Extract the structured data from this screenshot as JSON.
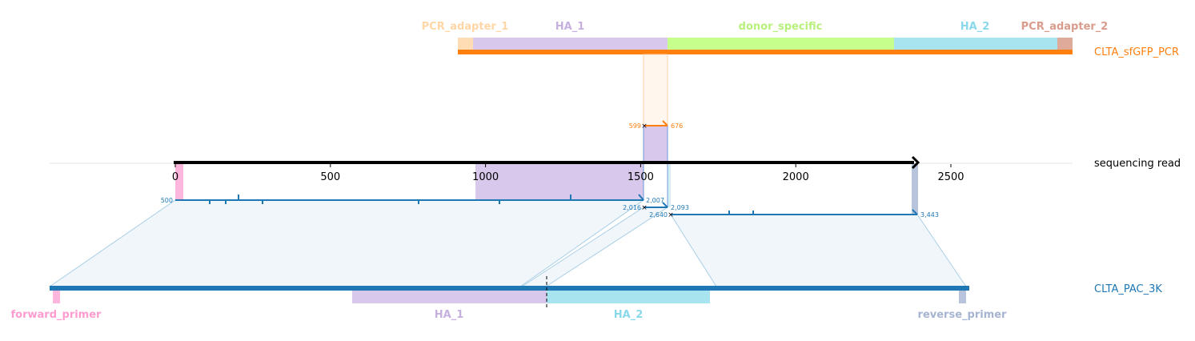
{
  "colors": {
    "pcr_track": "#ff7f0e",
    "pac_track": "#1f77b4",
    "read_axis": "#000000",
    "PCR_adapter_1": "#ffdcb4",
    "HA_1": "#d8c8ec",
    "donor_specific": "#c6ff8c",
    "HA_2": "#a8e4f0",
    "PCR_adapter_2": "#e0aa9a",
    "forward_primer": "#ffb6dc",
    "reverse_primer": "#b8c4dc",
    "HA_1_label": "#c5b0e0",
    "HA_2_label": "#8ad8ec",
    "PCR_adapter_1_label": "#ffd6a5",
    "donor_specific_label": "#b8f07c",
    "PCR_adapter_2_label": "#d99c8c",
    "forward_primer_label": "#ff9ccf",
    "reverse_primer_label": "#a6b4d2"
  },
  "tracks": {
    "pcr": {
      "name": "CLTA_sfGFP_PCR"
    },
    "read": {
      "name": "sequencing read"
    },
    "pac": {
      "name": "CLTA_PAC_3K"
    }
  },
  "pcr_features": [
    {
      "name": "PCR_adapter_1",
      "label": "PCR_adapter_1"
    },
    {
      "name": "HA_1",
      "label": "HA_1"
    },
    {
      "name": "donor_specific",
      "label": "donor_specific"
    },
    {
      "name": "HA_2",
      "label": "HA_2"
    },
    {
      "name": "PCR_adapter_2",
      "label": "PCR_adapter_2"
    }
  ],
  "pac_features": [
    {
      "name": "forward_primer",
      "label": "forward_primer"
    },
    {
      "name": "HA_1",
      "label": "HA_1"
    },
    {
      "name": "HA_2",
      "label": "HA_2"
    },
    {
      "name": "reverse_primer",
      "label": "reverse_primer"
    }
  ],
  "read_axis": {
    "ticks": [
      0,
      500,
      1000,
      1500,
      2000,
      2500
    ],
    "tick_labels": [
      "0",
      "500",
      "1000",
      "1500",
      "2000",
      "2500"
    ],
    "min": -400,
    "max": 2900,
    "read_length": 2400
  },
  "alignments": [
    {
      "target": "CLTA_PAC_3K",
      "query_start": 0,
      "query_end": 1515,
      "target_start_label": "500",
      "target_end_label": "2,007",
      "color": "#1f77b4"
    },
    {
      "target": "CLTA_sfGFP_PCR",
      "query_start": 1515,
      "query_end": 1592,
      "target_start_label": "599",
      "target_end_label": "676",
      "color": "#ff7f0e"
    },
    {
      "target": "CLTA_PAC_3K",
      "query_start": 1515,
      "query_end": 1592,
      "target_start_label": "2,016",
      "target_end_label": "2,093",
      "color": "#1f77b4"
    },
    {
      "target": "CLTA_PAC_3K",
      "query_start": 1592,
      "query_end": 2395,
      "target_start_label": "2,640",
      "target_end_label": "3,443",
      "color": "#1f77b4"
    }
  ]
}
